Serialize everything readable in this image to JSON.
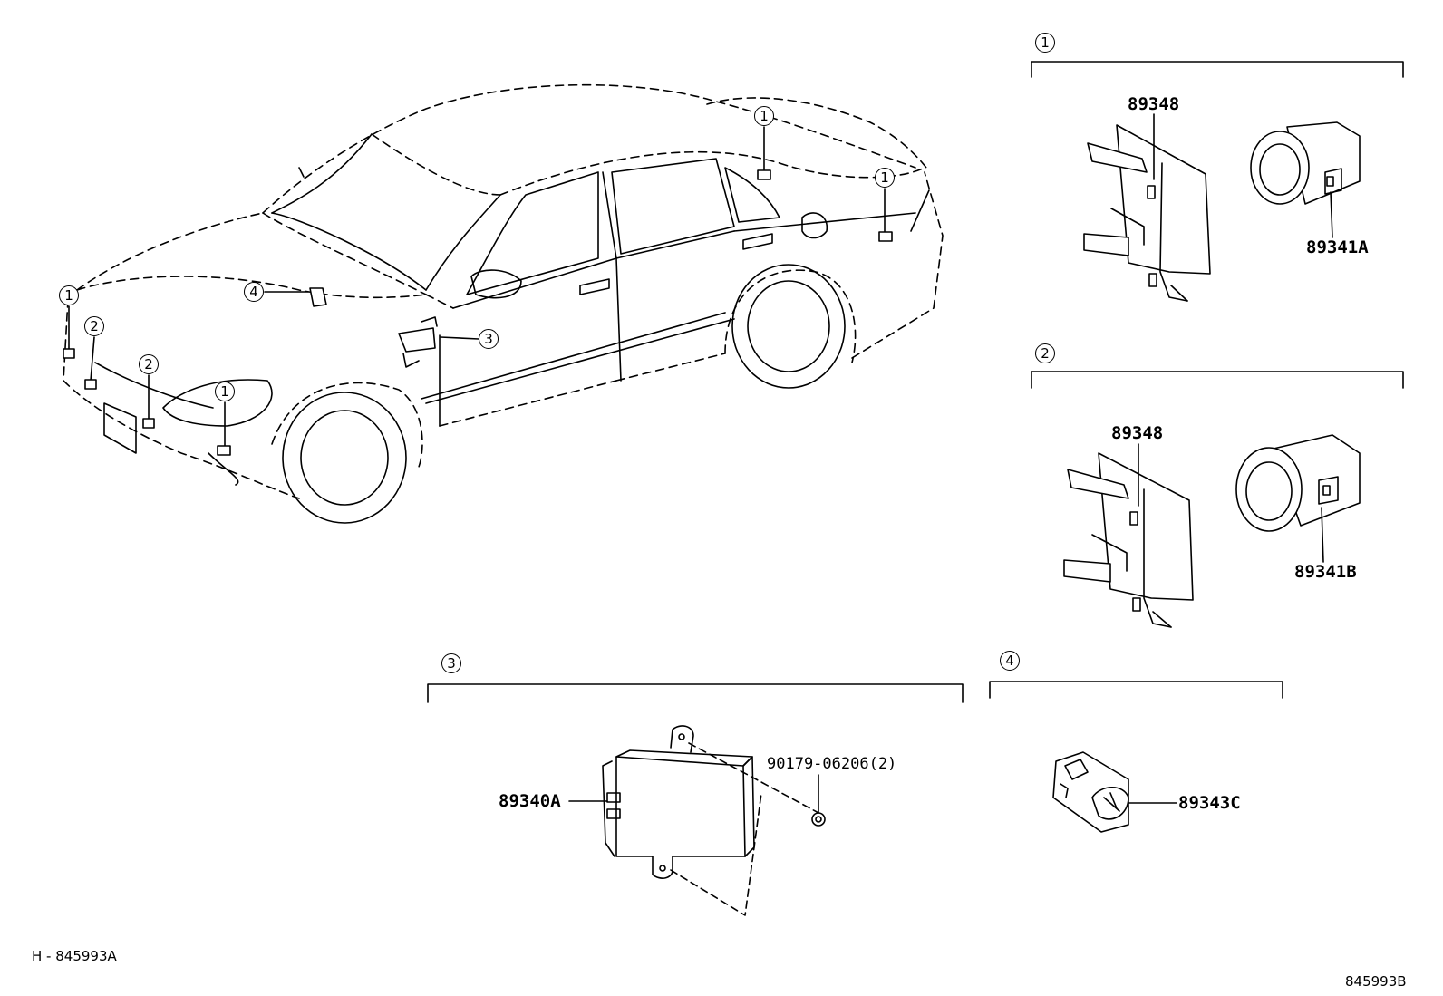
{
  "diagram": {
    "callouts": [
      "1",
      "2",
      "3",
      "4"
    ],
    "groups": {
      "g1": {
        "callout": "1",
        "bracket_part": "89348",
        "sensor_part": "89341A"
      },
      "g2": {
        "callout": "2",
        "bracket_part": "89348",
        "sensor_part": "89341B"
      },
      "g3": {
        "callout": "3",
        "ecu_part": "89340A",
        "bolt_part": "90179-06206(2)"
      },
      "g4": {
        "callout": "4",
        "switch_part": "89343C"
      }
    },
    "footer_left": "H - 845993A",
    "footer_right": "845993B"
  }
}
